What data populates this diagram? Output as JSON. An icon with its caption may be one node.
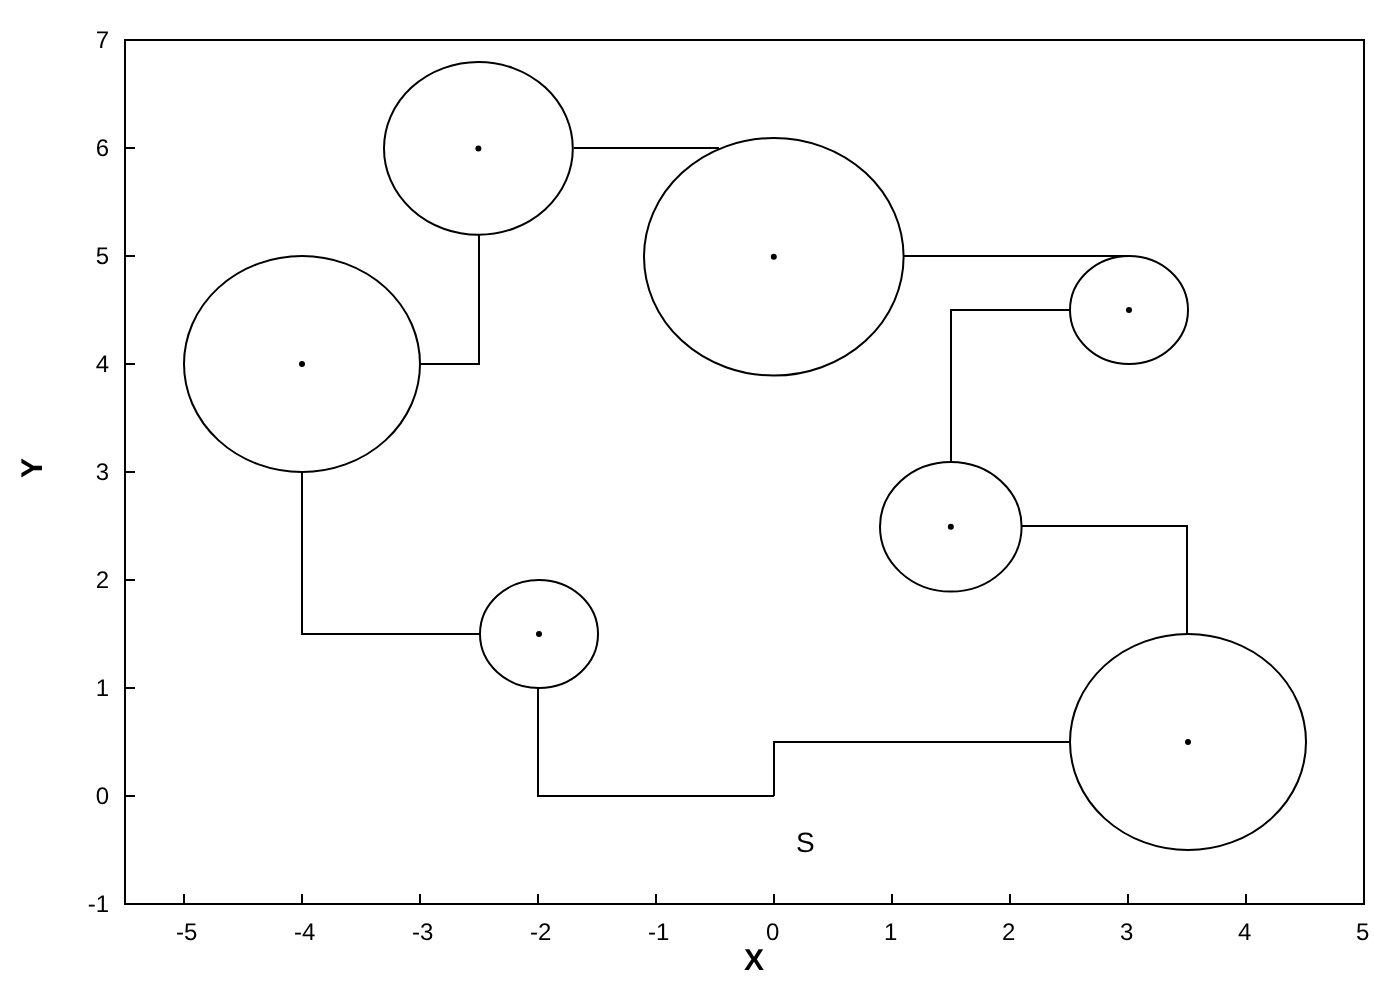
{
  "diagram": {
    "nodes": [
      {
        "text": [],
        "shape": "circle"
      },
      {
        "text": [],
        "shape": "circle"
      },
      {
        "text": [],
        "shape": "circle"
      },
      {
        "text": [],
        "shape": "circle"
      },
      {
        "text": [],
        "shape": "circle"
      },
      {
        "text": [],
        "shape": "circle"
      },
      {
        "text": [],
        "shape": "circle"
      },
      {
        "text": [
          "S"
        ]
      }
    ],
    "edges": [
      {
        "from": 7,
        "to": 6,
        "arrow": "none"
      },
      {
        "from": 6,
        "to": 4,
        "arrow": "none"
      },
      {
        "from": 4,
        "to": 3,
        "arrow": "none"
      },
      {
        "from": 3,
        "to": 1,
        "arrow": "none"
      },
      {
        "from": 1,
        "to": 0,
        "arrow": "none"
      },
      {
        "from": 0,
        "to": 2,
        "arrow": "none"
      },
      {
        "from": 2,
        "to": 5,
        "arrow": "none"
      },
      {
        "from": 5,
        "to": 7,
        "arrow": "none"
      }
    ],
    "labels": [
      "Y",
      "7",
      "6",
      "5",
      "4",
      "3",
      "2",
      "1",
      "0",
      "-1",
      "-5",
      "-4",
      "-3",
      "-2",
      "-1",
      "0",
      "1",
      "2",
      "3",
      "4",
      "5",
      "X"
    ]
  }
}
